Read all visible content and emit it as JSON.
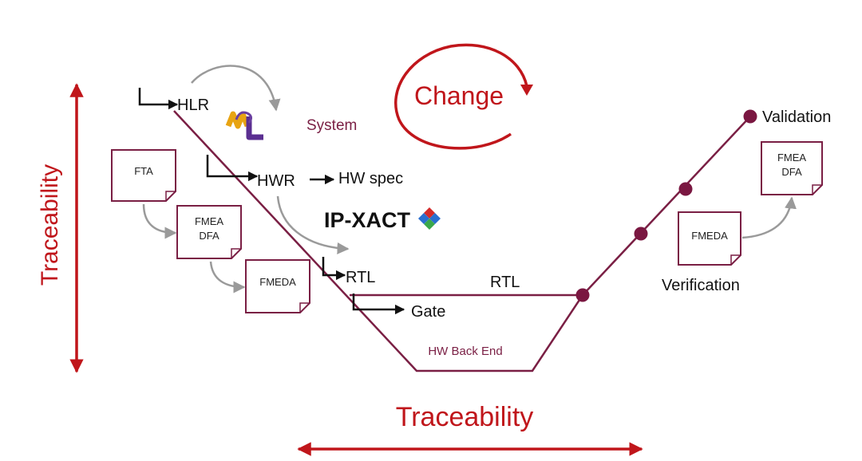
{
  "colors": {
    "red": "#c0161b",
    "plum": "#7a1f44",
    "dot": "#7a1741",
    "doc_border": "#7a1f44",
    "arrow_grey": "#9a9a9a",
    "text": "#111111"
  },
  "labels": {
    "traceability_vertical": "Traceability",
    "traceability_horizontal": "Traceability",
    "change": "Change",
    "system": "System",
    "hlr": "HLR",
    "hwr": "HWR",
    "hw_spec": "HW spec",
    "ip_xact": "IP-XACT",
    "rtl_left": "RTL",
    "rtl_right": "RTL",
    "gate": "Gate",
    "hw_back_end": "HW Back End",
    "validation": "Validation",
    "verification": "Verification",
    "sysml_logo": "SysML"
  },
  "documents": {
    "fta": "FTA",
    "fmea_dfa_left_line1": "FMEA",
    "fmea_dfa_left_line2": "DFA",
    "fmeda_left": "FMEDA",
    "fmea_dfa_right_line1": "FMEA",
    "fmea_dfa_right_line2": "DFA",
    "fmeda_right": "FMEDA"
  },
  "icons": {
    "sysml": "sysml-logo-icon",
    "ipxact": "ipxact-diamond-icon"
  }
}
